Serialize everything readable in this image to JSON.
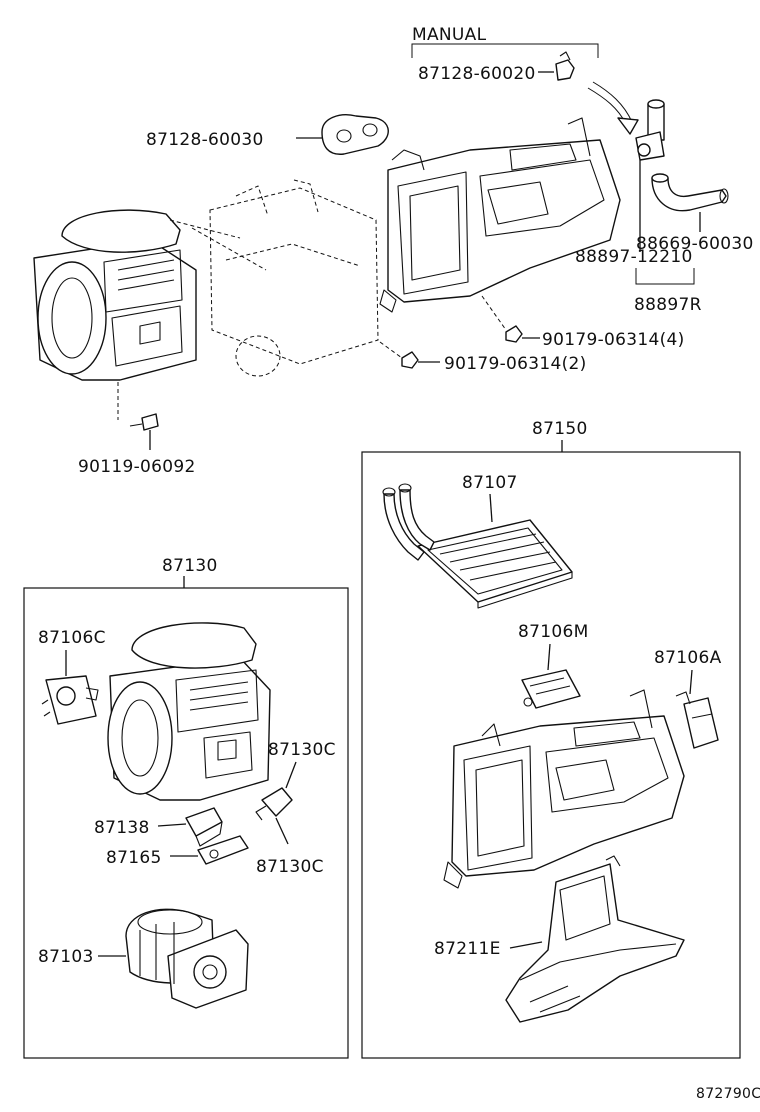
{
  "labels": {
    "manual": "MANUAL",
    "p_87128_60020": "87128-60020",
    "p_87128_60030": "87128-60030",
    "p_88669_60030": "88669-60030",
    "p_88897_12210": "88897-12210",
    "p_88897R": "88897R",
    "p_90179_06314_4": "90179-06314(4)",
    "p_90179_06314_2": "90179-06314(2)",
    "p_90119_06092": "90119-06092",
    "p_87150": "87150",
    "p_87107": "87107",
    "p_87130": "87130",
    "p_87106C": "87106C",
    "p_87106M": "87106M",
    "p_87106A": "87106A",
    "p_87130C_upper": "87130C",
    "p_87138": "87138",
    "p_87165": "87165",
    "p_87130C_lower": "87130C",
    "p_87103": "87103",
    "p_87211E": "87211E",
    "figure_code": "872790C"
  }
}
